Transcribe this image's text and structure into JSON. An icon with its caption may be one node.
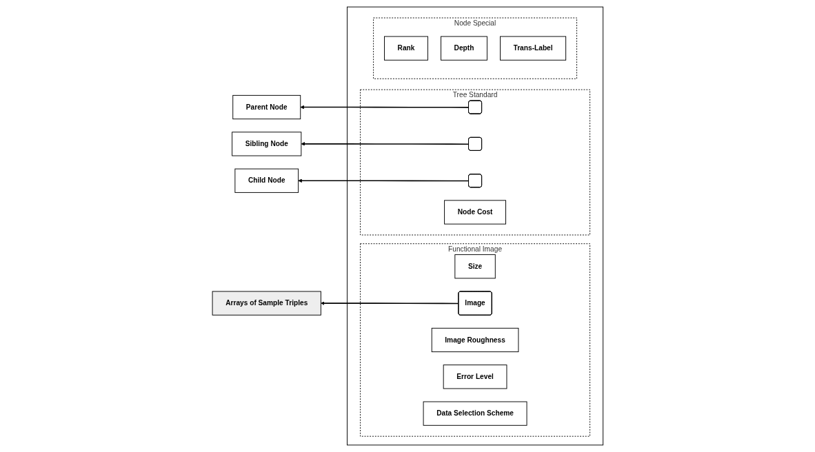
{
  "diagram": {
    "nodes": [
      {
        "text": [
          "Parent Node"
        ]
      },
      {
        "text": [
          "Sibling Node"
        ]
      },
      {
        "text": [
          "Child Node"
        ]
      },
      {
        "text": [],
        "shape": "box"
      },
      {
        "text": [
          "Tree Standard"
        ],
        "in": 3
      },
      {
        "text": [],
        "shape": "box",
        "in": 4
      },
      {
        "text": [],
        "shape": "box",
        "in": 4
      },
      {
        "text": [],
        "shape": "box",
        "in": 4
      },
      {
        "text": [
          "Node Cost"
        ],
        "in": 4
      },
      {
        "text": [
          "Functional Image"
        ],
        "in": 3
      },
      {
        "text": [
          "Size"
        ],
        "in": 9
      },
      {
        "text": [
          "Image"
        ],
        "in": 9
      },
      {
        "text": [
          "Image Roughness"
        ],
        "in": 9
      },
      {
        "text": [
          "Error Level"
        ],
        "in": 9
      },
      {
        "text": [
          "Data Selection Scheme"
        ],
        "in": 9
      },
      {
        "text": [
          "Arrays of Sample Triples"
        ]
      },
      {
        "text": [
          "Node Special"
        ],
        "in": 3
      },
      {
        "text": [
          "Rank"
        ],
        "in": 16
      },
      {
        "text": [
          "Depth"
        ],
        "in": 16
      },
      {
        "text": [
          "Trans-Label"
        ],
        "in": 16
      }
    ],
    "edges": [
      {
        "from": 5,
        "to": 0,
        "arrow": "to"
      },
      {
        "from": 6,
        "to": 1,
        "arrow": "to"
      },
      {
        "from": 7,
        "to": 2,
        "arrow": "to"
      },
      {
        "from": 11,
        "to": 15,
        "arrow": "to"
      }
    ]
  }
}
